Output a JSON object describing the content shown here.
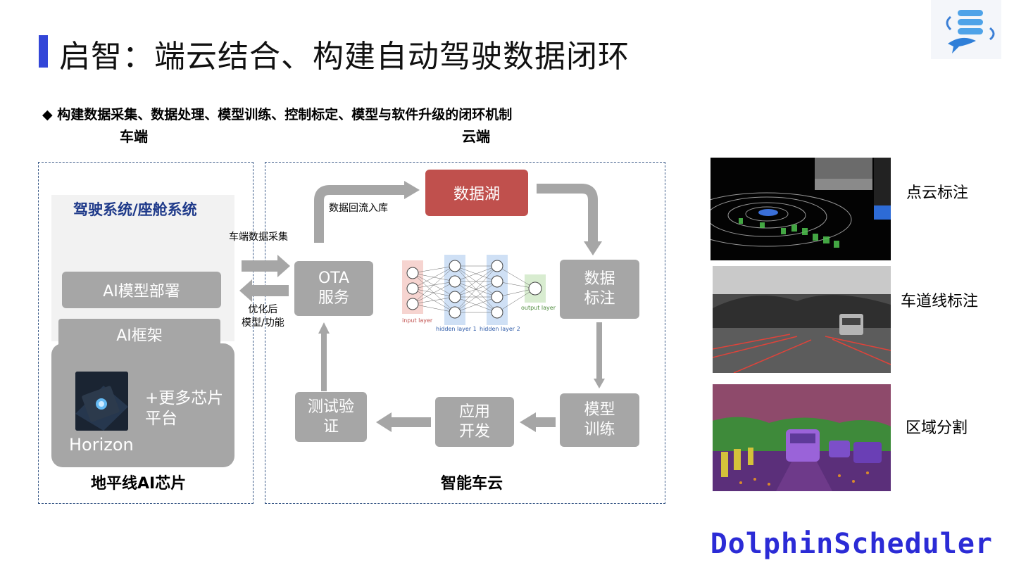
{
  "title": "启智：端云结合、构建自动驾驶数据闭环",
  "bullet": "◆ 构建数据采集、数据处理、模型训练、控制标定、模型与软件升级的闭环机制",
  "car_side": {
    "header": "车端",
    "panel_title": "驾驶系统/座舱系统",
    "ai_deploy": "AI模型部署",
    "ai_framework": "AI框架",
    "chip_more": "+更多芯片\n平台",
    "chip_brand": "Horizon",
    "caption": "地平线AI芯片"
  },
  "cloud_side": {
    "header": "云端",
    "data_lake": "数据湖",
    "backflow": "数据回流入库",
    "upload": "车端数据采集",
    "downlink": "优化后\n模型/功能",
    "ota": "OTA\n服务",
    "labeling": "数据\n标注",
    "training": "模型\n训练",
    "app_dev": "应用\n开发",
    "test": "测试验\n证",
    "caption": "智能车云",
    "nn": {
      "input": "input layer",
      "h1": "hidden layer 1",
      "h2": "hidden layer 2",
      "output": "output layer"
    }
  },
  "annotations": [
    {
      "label": "点云标注"
    },
    {
      "label": "车道线标注"
    },
    {
      "label": "区域分割"
    }
  ],
  "brand": "DolphinScheduler",
  "colors": {
    "title_accent": "#3346d8",
    "box_gray": "#a6a6a6",
    "data_lake": "#c0504d",
    "dash_border": "#3b5a88",
    "panel_title": "#1f3a8a",
    "brand": "#2b2bd6"
  }
}
